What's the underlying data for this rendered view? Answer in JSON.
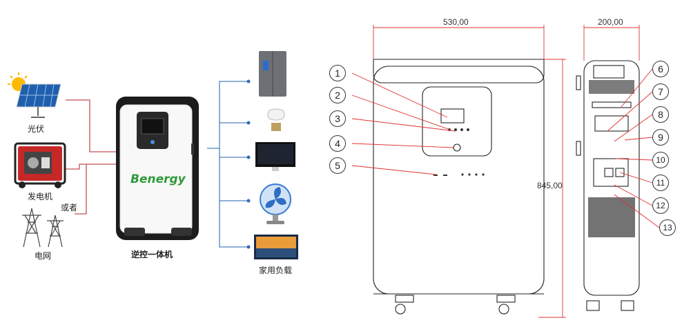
{
  "left_diagram": {
    "sources": {
      "solar_label": "光伏",
      "generator_label": "发电机",
      "or_label": "或者",
      "grid_label": "电网"
    },
    "device": {
      "brand": "Benergy",
      "caption": "逆控一体机"
    },
    "loads": {
      "caption": "家用负载"
    }
  },
  "drawing": {
    "width_dim": "530,00",
    "depth_dim": "200,00",
    "height_dim": "845,00",
    "callouts": [
      "1",
      "2",
      "3",
      "4",
      "5",
      "6",
      "7",
      "8",
      "9",
      "10",
      "11",
      "12",
      "13"
    ]
  },
  "colors": {
    "wire": "#c0504d",
    "load_wire": "#4f81bd",
    "leader": "#e03030"
  }
}
